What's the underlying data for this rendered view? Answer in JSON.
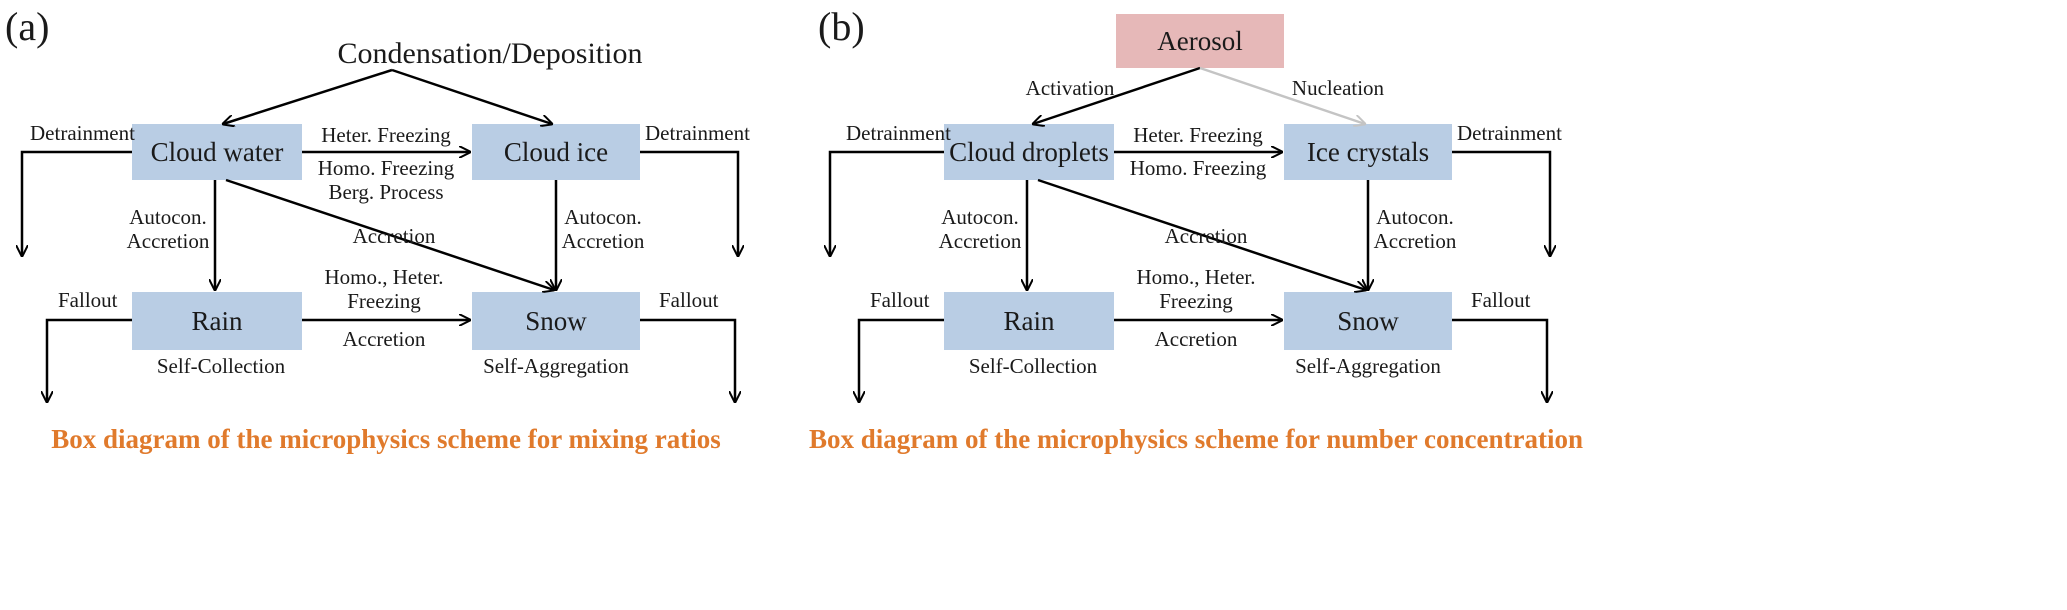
{
  "panel_a": {
    "label": "(a)",
    "source": "Condensation/Deposition",
    "boxes": {
      "cloud_water": "Cloud water",
      "cloud_ice": "Cloud ice",
      "rain": "Rain",
      "snow": "Snow"
    },
    "edges": {
      "detrainment_left": "Detrainment",
      "detrainment_right": "Detrainment",
      "heter_freezing": "Heter. Freezing",
      "homo_freezing": "Homo. Freezing",
      "berg_process": "Berg. Process",
      "autocon_left": "Autocon.",
      "accretion_left": "Accretion",
      "autocon_right": "Autocon.",
      "accretion_right": "Accretion",
      "accretion_diag": "Accretion",
      "homo_heter": "Homo., Heter.",
      "freezing": "Freezing",
      "accretion_rain_snow": "Accretion",
      "fallout_left": "Fallout",
      "fallout_right": "Fallout",
      "self_collection": "Self-Collection",
      "self_aggregation": "Self-Aggregation"
    },
    "caption": "Box diagram of the microphysics scheme for mixing ratios"
  },
  "panel_b": {
    "label": "(b)",
    "source": "Aerosol",
    "boxes": {
      "cloud_droplets": "Cloud droplets",
      "ice_crystals": "Ice crystals",
      "rain": "Rain",
      "snow": "Snow"
    },
    "edges": {
      "activation": "Activation",
      "nucleation": "Nucleation",
      "detrainment_left": "Detrainment",
      "detrainment_right": "Detrainment",
      "heter_freezing": "Heter. Freezing",
      "homo_freezing": "Homo. Freezing",
      "autocon_left": "Autocon.",
      "accretion_left": "Accretion",
      "autocon_right": "Autocon.",
      "accretion_right": "Accretion",
      "accretion_diag": "Accretion",
      "homo_heter": "Homo., Heter.",
      "freezing": "Freezing",
      "accretion_rain_snow": "Accretion",
      "fallout_left": "Fallout",
      "fallout_right": "Fallout",
      "self_collection": "Self-Collection",
      "self_aggregation": "Self-Aggregation"
    },
    "caption": "Box diagram of the microphysics scheme for number concentration"
  },
  "colors": {
    "box_fill": "#b9cde4",
    "aerosol_fill": "#e6b8b8",
    "caption": "#e07a2c",
    "nucleation_arrow": "#c4c4c4"
  }
}
